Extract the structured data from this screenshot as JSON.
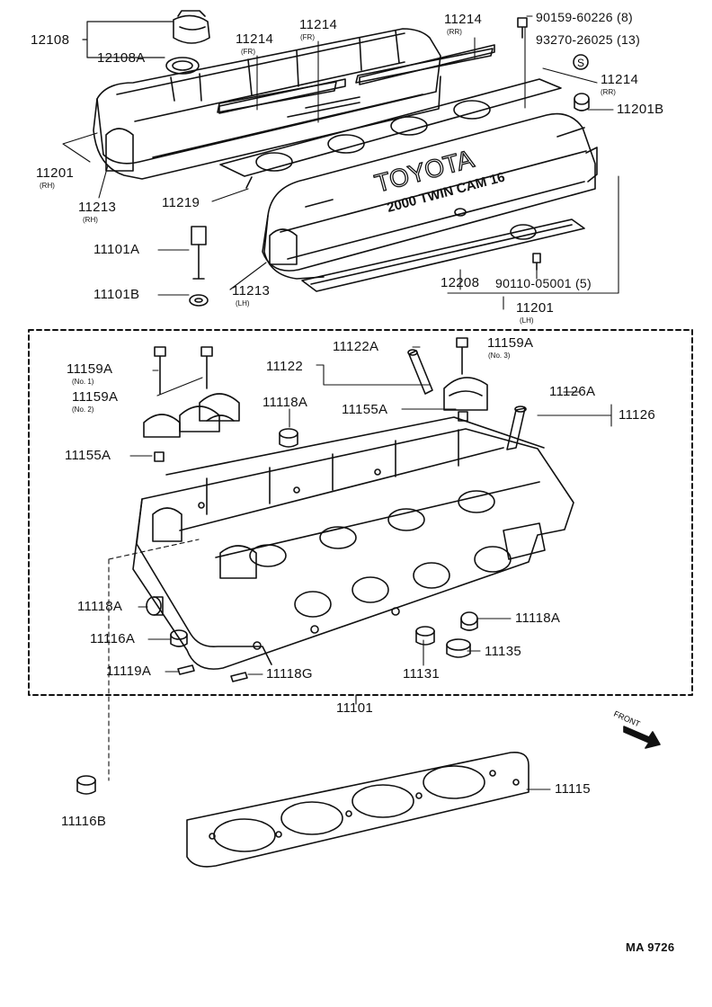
{
  "labels": {
    "l12108": "12108",
    "l12108A": "12108A",
    "l11214_fr1": "11214",
    "l11214_fr2": "11214",
    "l11214_rr1": "11214",
    "l11214_rr2": "11214",
    "l90159": "90159-60226 (8)",
    "l93270": "93270-26025 (13)",
    "l11201B": "11201B",
    "l11201_rh": "11201",
    "l11213_rh": "11213",
    "l11219": "11219",
    "l11101A": "11101A",
    "l11213_lh": "11213",
    "l11101B": "11101B",
    "l12208": "12208",
    "l90110": "90110-05001 (5)",
    "l11201_lh": "11201",
    "l11159A_1": "11159A",
    "l11159A_2": "11159A",
    "l11159A_3": "11159A",
    "l11122A": "11122A",
    "l11122": "11122",
    "l11118A_top": "11118A",
    "l11155A_r": "11155A",
    "l11126A": "11126A",
    "l11126": "11126",
    "l11155A_l": "11155A",
    "l11118A_l": "11118A",
    "l11116A": "11116A",
    "l11119A": "11119A",
    "l11118G": "11118G",
    "l11131": "11131",
    "l11135": "11135",
    "l11118A_r": "11118A",
    "l11101": "11101",
    "l11115": "11115",
    "l11116B": "11116B",
    "code": "MA 9726"
  },
  "subs": {
    "fr1": "(FR)",
    "fr2": "(FR)",
    "rr1": "(RR)",
    "rr2": "(RR)",
    "rh1": "(RH)",
    "rh2": "(RH)",
    "lh1": "(LH)",
    "lh2": "(LH)",
    "no1": "(No. 1)",
    "no2": "(No. 2)",
    "no3": "(No. 3)"
  },
  "marks": {
    "s_symbol": "S",
    "front": "FRONT",
    "cover_brand": "TOYOTA",
    "cover_engine": "2000 TWIN CAM 16"
  }
}
